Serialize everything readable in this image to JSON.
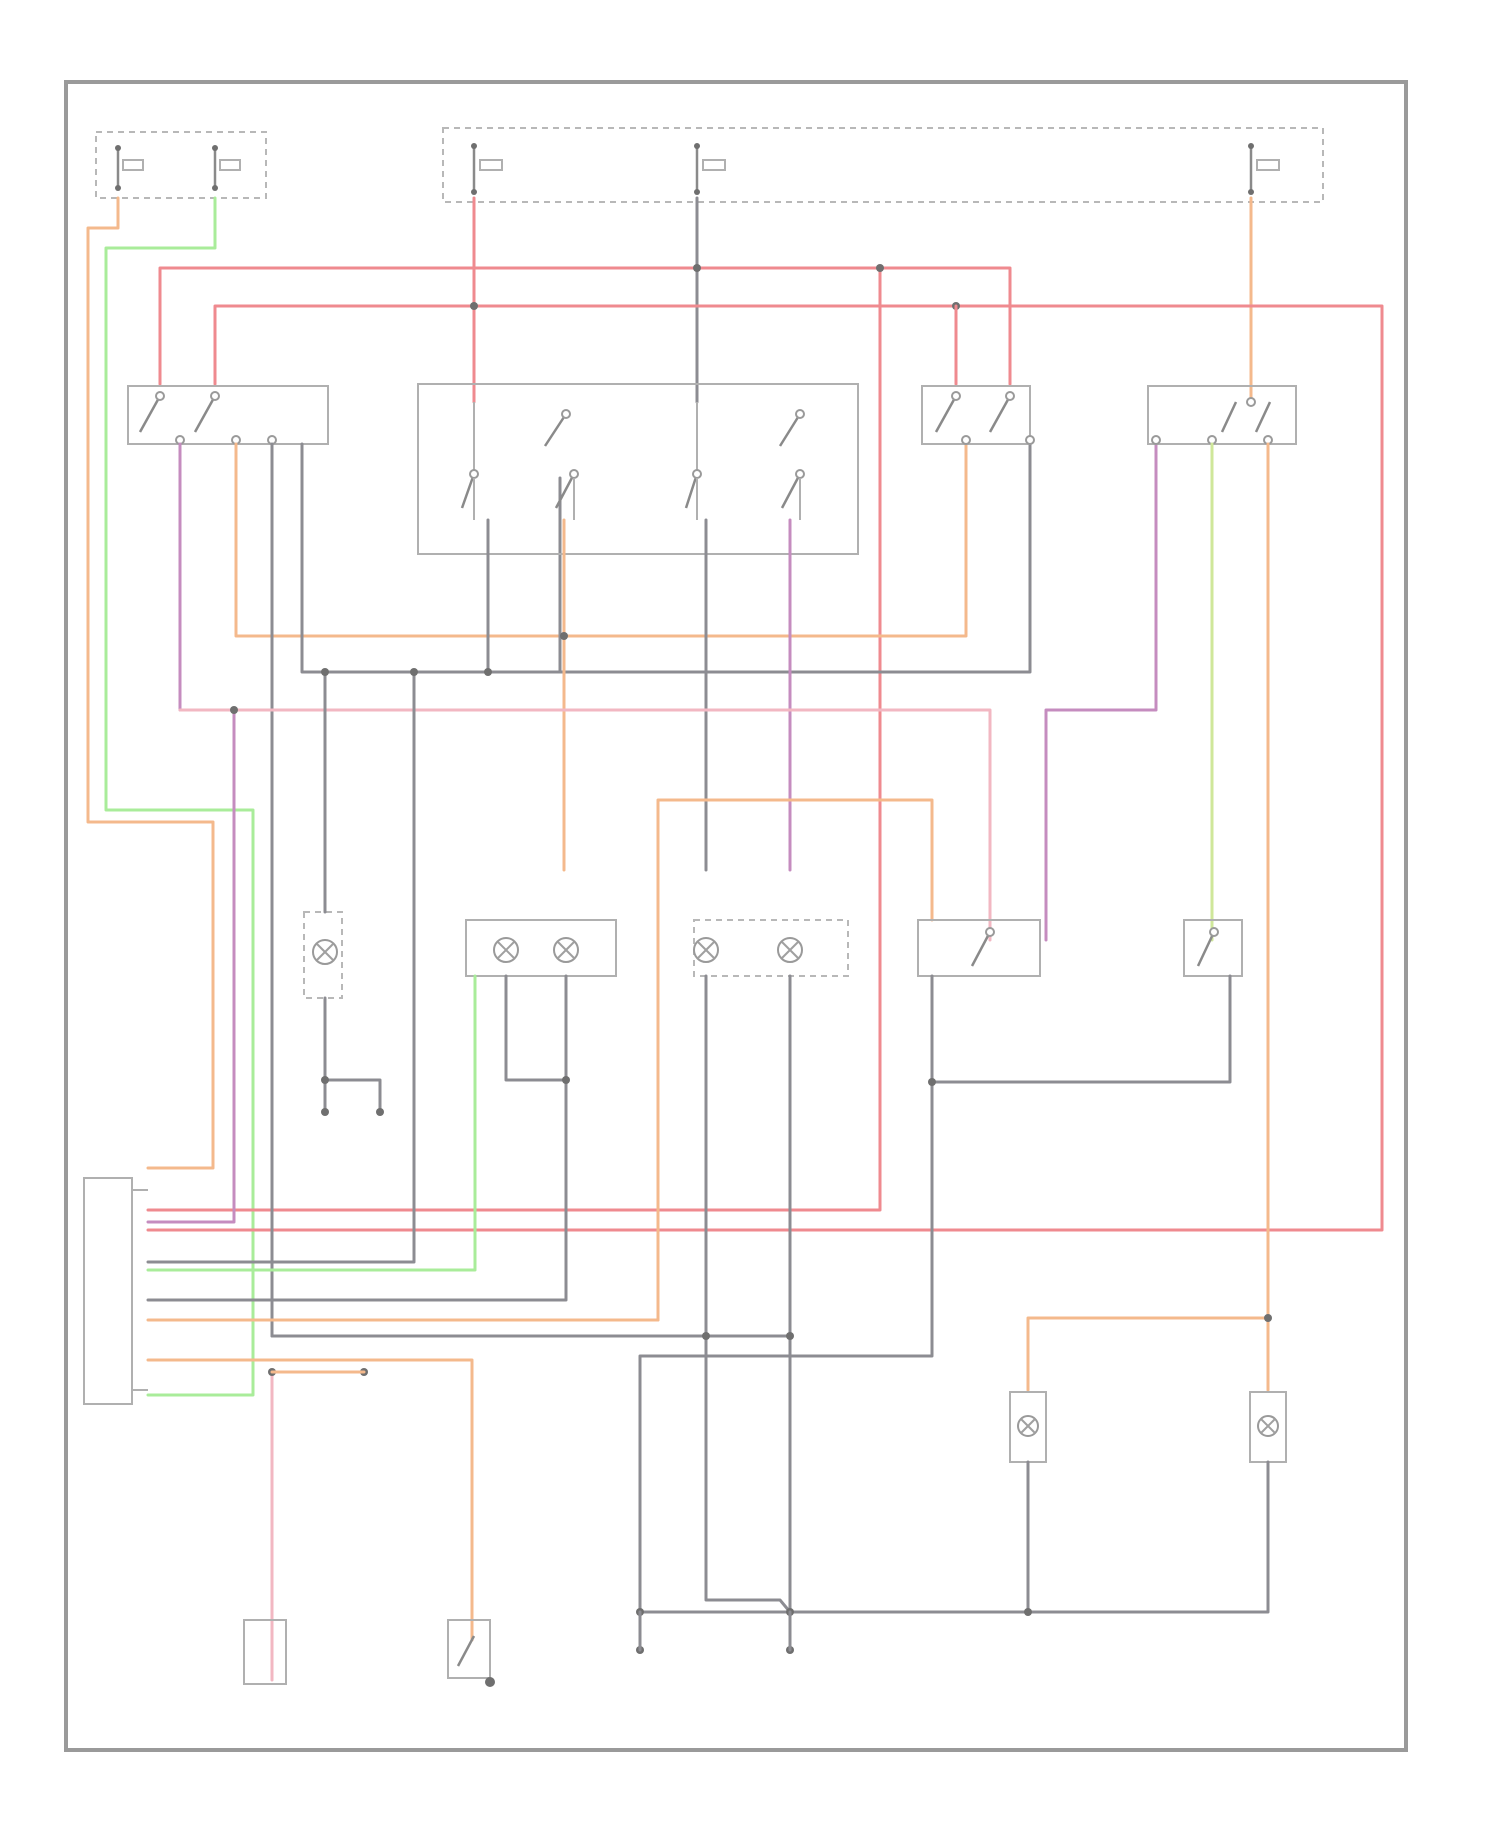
{
  "figure_id": "",
  "colors": {
    "red": "#ef8a8f",
    "orange": "#f4b98c",
    "green": "#a9ec9a",
    "gray": "#8c8c92",
    "pink": "#c58cbf",
    "yellow_green": "#cfe79a",
    "light_pink": "#f2b7c2",
    "frame": "#9a9a9a"
  },
  "components": [
    {
      "id": "fuse-block-left",
      "kind": "fuse-box"
    },
    {
      "id": "fuse-block-center",
      "kind": "fuse-box"
    },
    {
      "id": "fuse-block-right",
      "kind": "fuse-box"
    },
    {
      "id": "relay-left",
      "kind": "relay"
    },
    {
      "id": "multi-switch-center",
      "kind": "switch-assembly"
    },
    {
      "id": "relay-center-right",
      "kind": "relay"
    },
    {
      "id": "relay-right",
      "kind": "relay"
    },
    {
      "id": "lamp-left",
      "kind": "lamp"
    },
    {
      "id": "lamp-pair-1",
      "kind": "lamp"
    },
    {
      "id": "lamp-pair-2",
      "kind": "lamp"
    },
    {
      "id": "switch-module-right",
      "kind": "switch"
    },
    {
      "id": "tail-lamp-left",
      "kind": "lamp"
    },
    {
      "id": "tail-lamp-right",
      "kind": "lamp"
    },
    {
      "id": "control-module",
      "kind": "connector"
    },
    {
      "id": "alternator",
      "kind": "alternator"
    },
    {
      "id": "pressure-switch",
      "kind": "switch"
    },
    {
      "id": "ground-left",
      "kind": "ground"
    },
    {
      "id": "ground-right",
      "kind": "ground"
    }
  ]
}
